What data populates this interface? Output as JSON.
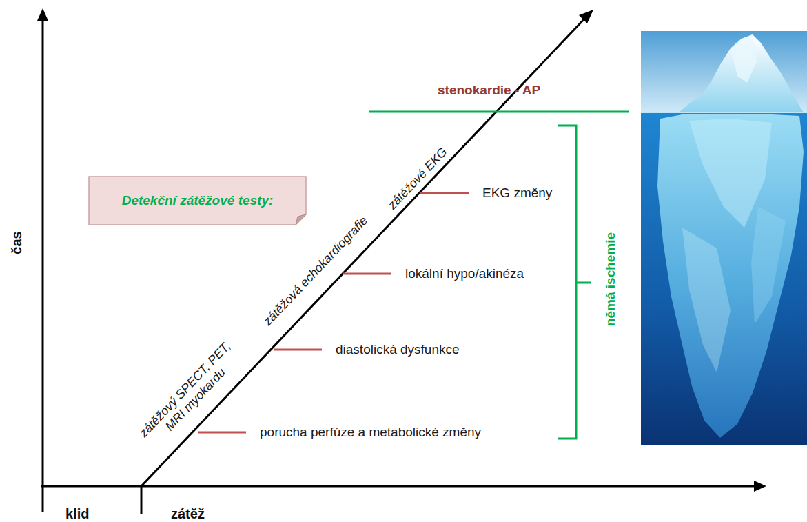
{
  "diagram": {
    "nodes": [
      {
        "text": [
          "Detekční zátěžové testy:"
        ]
      }
    ],
    "labels": [
      "stenokardie - AP",
      "zátěžové EKG",
      "EKG změny",
      "zátěžová echokardiografie",
      "lokální hypo/akinéza",
      "němá ischemie",
      "diastolická dysfunkce",
      "zátěžový SPECT, PET, MRI myokardu",
      "porucha perfúze a metabolické změny",
      "čas",
      "klid",
      "zátěž"
    ]
  }
}
